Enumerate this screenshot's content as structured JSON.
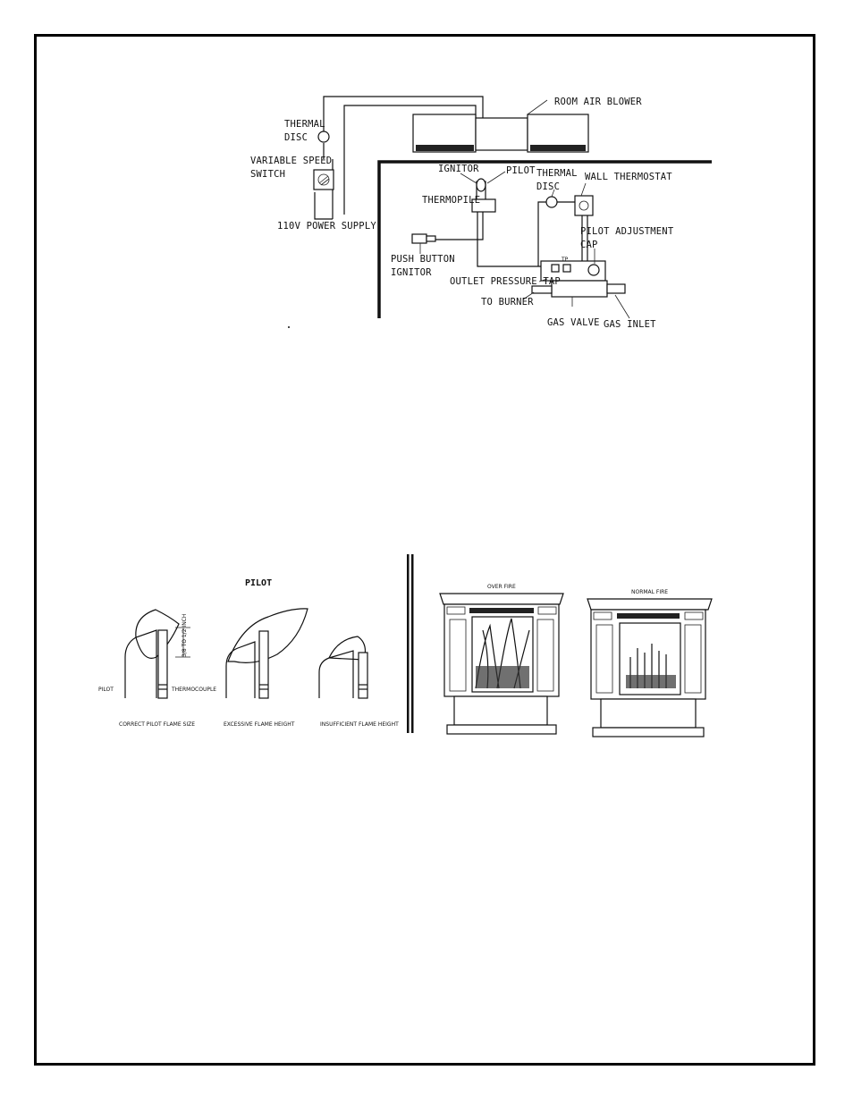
{
  "wiring_diagram": {
    "labels": {
      "room_air_blower": "ROOM AIR BLOWER",
      "thermal_disc_1a": "THERMAL",
      "thermal_disc_1b": "DISC",
      "variable_speed_a": "VARIABLE SPEED",
      "variable_speed_b": "SWITCH",
      "power_supply": "110V POWER SUPPLY",
      "ignitor": "IGNITOR",
      "pilot": "PILOT",
      "thermal_disc_2a": "THERMAL",
      "thermal_disc_2b": "DISC",
      "wall_thermostat": "WALL THERMOSTAT",
      "thermopile": "THERMOPILE",
      "pilot_adjustment_a": "PILOT ADJUSTMENT",
      "pilot_adjustment_b": "CAP",
      "push_button_a": "PUSH BUTTON",
      "push_button_b": "IGNITOR",
      "outlet_pressure_tap": "OUTLET PRESSURE TAP",
      "tp": "TP",
      "to_burner": "TO BURNER",
      "gas_valve": "GAS VALVE",
      "gas_inlet": "GAS INLET"
    }
  },
  "pilot_diagram": {
    "title": "PILOT",
    "labels": {
      "measure": "3/8 TO 1/2 INCH",
      "pilot": "PILOT",
      "thermocouple": "THERMOCOUPLE",
      "correct": "CORRECT PILOT FLAME SIZE",
      "excessive": "EXCESSIVE FLAME HEIGHT",
      "insufficient": "INSUFFICIENT FLAME HEIGHT"
    }
  },
  "fire_diagram": {
    "labels": {
      "over_fire": "OVER FIRE",
      "normal_fire": "NORMAL FIRE"
    }
  }
}
